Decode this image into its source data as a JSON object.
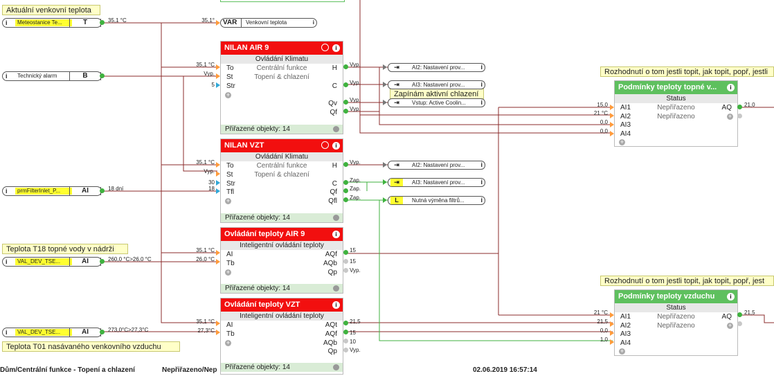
{
  "notes": {
    "outdoor_temp": "Aktuální venkovní teplota",
    "active_cooling": "Zapínám aktivní chlazení",
    "decide_top": "Rozhodnutí o tom jestli topit, jak topit, popř, jestli",
    "decide_bottom": "Rozhodnutí o tom jestli topit, jak topit, popř, jest",
    "tank_temp": "Teplota T18 topné vody v nádrži",
    "supply_temp": "Teplota T01 nasávaného venkovního vzduchu"
  },
  "inputs": [
    {
      "name": "Meteostanice Te...",
      "type": "T",
      "value": "35,1 °C"
    },
    {
      "name": "Technický alarm",
      "type": "B",
      "value": ""
    },
    {
      "name": "prmFilterInlet_P...",
      "type": "AI",
      "value": "18 dní"
    },
    {
      "name": "VAL_DEV_TSE...",
      "type": "AI",
      "value": "260,0 °C>26,0 °C"
    },
    {
      "name": "VAL_DEV_TSE...",
      "type": "AI",
      "value": "273,0°C>27,3°C"
    }
  ],
  "var_block": {
    "type": "VAR",
    "name": "Venkovní teplota",
    "value": "35,1°"
  },
  "blocks": {
    "air9": {
      "title": "NILAN AIR 9",
      "subtitle": "Ovládání Klimatu",
      "center": [
        "Centrální funkce",
        "Topení & chlazení"
      ],
      "pins_in": [
        "To",
        "St",
        "Str"
      ],
      "pins_out": [
        "H",
        "C",
        "Qv",
        "Qf"
      ],
      "in_values": [
        "35,1 °C",
        "Vyp.",
        "5"
      ],
      "out_values": [
        "Vyp.",
        "Vyp.",
        "Vyp.",
        "Vyp."
      ],
      "footer": "Přiřazené objekty: 14"
    },
    "vzt": {
      "title": "NILAN VZT",
      "subtitle": "Ovládání Klimatu",
      "center": [
        "Centrální funkce",
        "Topení & chlazení"
      ],
      "pins_in": [
        "To",
        "St",
        "Str",
        "Tfl"
      ],
      "pins_out": [
        "H",
        "C",
        "Qf",
        "Qfl"
      ],
      "in_values": [
        "35,1 °C",
        "Vyp.",
        "30",
        "18"
      ],
      "out_values": [
        "Vyp.",
        "Zap.",
        "Zap.",
        "Zap."
      ],
      "footer": "Přiřazené objekty: 14"
    },
    "temp_air9": {
      "title": "Ovládání teploty AIR 9",
      "subtitle": "Inteligentní ovládání teploty",
      "pins_in": [
        "AI",
        "Tb"
      ],
      "pins_out": [
        "AQf",
        "AQb",
        "Qp"
      ],
      "in_values": [
        "35,1 °C",
        "26,0 °C"
      ],
      "out_values": [
        "15",
        "15",
        "Vyp."
      ],
      "footer": "Přiřazené objekty: 14"
    },
    "temp_vzt": {
      "title": "Ovládání teploty VZT",
      "subtitle": "Inteligentní ovládání teploty",
      "pins_in": [
        "AI",
        "Tb"
      ],
      "pins_out": [
        "AQt",
        "AQf",
        "AQb",
        "Qp"
      ],
      "in_values": [
        "35,1 °C",
        "27,3°C"
      ],
      "out_values": [
        "21,5",
        "15",
        "10",
        "Vyp."
      ],
      "footer": "Přiřazené objekty: 14"
    },
    "cond_heat": {
      "title": "Podmínky teploty topné v...",
      "subtitle": "Status",
      "center": [
        "Nepřiřazeno",
        "Nepřiřazeno"
      ],
      "pins_in": [
        "AI1",
        "AI2",
        "AI3",
        "AI4"
      ],
      "pins_out": [
        "AQ"
      ],
      "in_values": [
        "15,0",
        "21 °C",
        "0,0",
        "0,0"
      ],
      "out_values": [
        "21,0"
      ]
    },
    "cond_air": {
      "title": "Podmínky teploty vzduchu",
      "subtitle": "Status",
      "center": [
        "Nepřiřazeno",
        "Nepřiřazeno"
      ],
      "pins_in": [
        "AI1",
        "AI2",
        "AI3",
        "AI4"
      ],
      "pins_out": [
        "AQ"
      ],
      "in_values": [
        "21 °C",
        "21,5",
        "0,0",
        "1,0"
      ],
      "out_values": [
        "21,5"
      ]
    }
  },
  "outputs": [
    {
      "icon": "exit",
      "name": "AI2: Nastavení prov..."
    },
    {
      "icon": "exit",
      "name": "AI3: Nastavení prov..."
    },
    {
      "icon": "exit",
      "name": "Vstup: Active Coolin..."
    },
    {
      "icon": "exit",
      "name": "AI2: Nastavení prov..."
    },
    {
      "icon": "exit",
      "name": "AI3: Nastavení prov..."
    },
    {
      "icon": "L",
      "name": "Nutná výměna filtrů..."
    }
  ],
  "status_bar": {
    "path": "Dům/Centrální funkce - Topení a chlazení",
    "state": "Nepřiřazeno/Nep",
    "timestamp": "02.06.2019 16:57:14"
  },
  "colors": {
    "block_header_red": "#f20f0f",
    "block_header_green": "#5ec05e",
    "wire": "#8b2b2b",
    "wire_green": "#3fb23f",
    "note_bg": "#ffffc8"
  }
}
